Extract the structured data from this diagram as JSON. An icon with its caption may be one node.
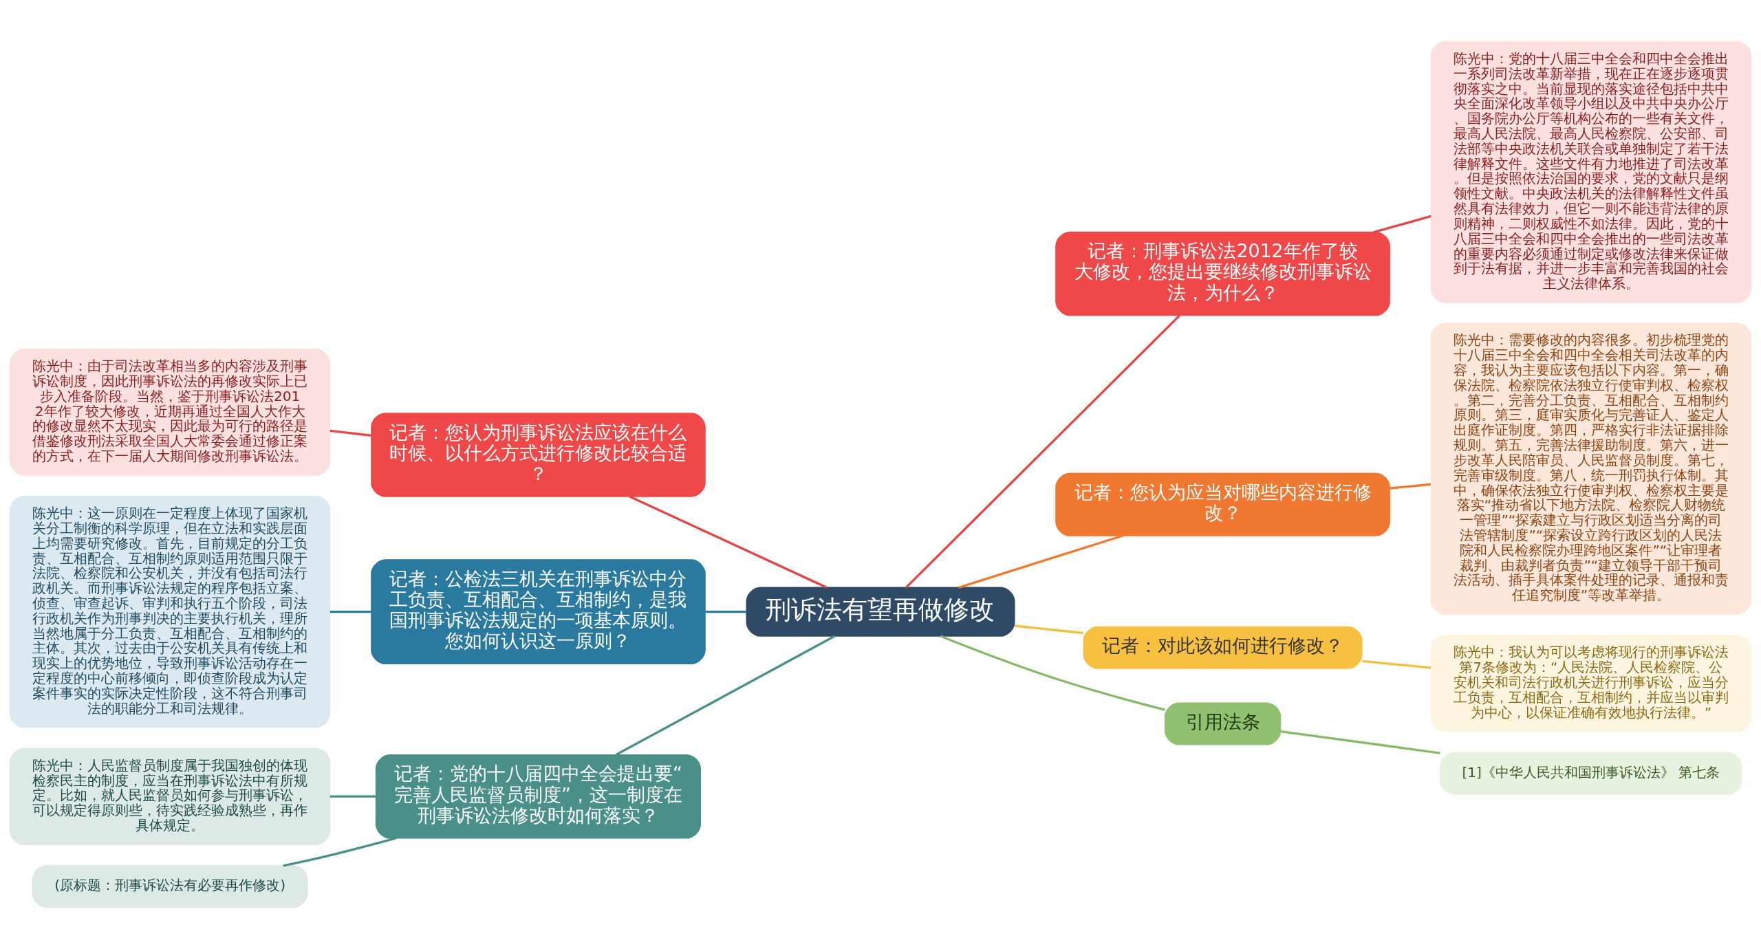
{
  "diagram": {
    "nodes": [
      {
        "text": [
          "刑诉法有望再做修改"
        ]
      },
      {
        "text": [
          "记者：刑事诉讼法2012年作了较大修改，您提出要继续修改刑事诉讼法，为什么？"
        ]
      },
      {
        "text": [
          "陈光中：党的十八届三中全会和四中全会推出一系列司法改革新举措，现在正在逐步逐项贯彻落实之中。当前显现的落实途径包括中共中央全面深化改革领导小组以及中共中央办公厅、国务院办公厅等机构公布的一些有关文件，最高人民法院、最高人民检察院、公安部、司法部等中央政法机关联合或单独制定了若干法律解释文件。这些文件有力地推进了司法改革。但是按照依法治国的要求，党的文献只是纲领性文献。中央政法机关的法律解释性文件虽然具有法律效力，但它一则不能违背法律的原则精神，二则权威性不如法律。因此，党的十八届三中全会和四中全会推出的一些司法改革的重要内容必须通过制定或修改法律来保证做到于法有据，并进一步丰富和完善我国的社会主义法律体系。"
        ]
      },
      {
        "text": [
          "记者：您认为应当对哪些内容进行修改？"
        ]
      },
      {
        "text": [
          "陈光中：需要修改的内容很多。初步梳理党的十八届三中全会和四中全会相关司法改革的内容，我认为主要应该包括以下内容。第一，确保法院、检察院依法独立行使审判权、检察权。第二，完善分工负责、互相配合、互相制约原则。第三，庭审实质化与完善证人、鉴定人出庭作证制度。第四，严格实行非法证据排除规则。第五，完善法律援助制度。第六，进一步改革人民陪审员、人民监督员制度。第七，完善审级制度。第八，统一刑罚执行体制。其中，确保依法独立行使审判权、检察权主要是落实“推动省以下地方法院、检察院人财物统一管理”“探索建立与行政区划适当分离的司法管辖制度”“探索设立跨行政区划的人民法院和人民检察院办理跨地区案件”“让审理者裁判、由裁判者负责”“建立领导干部干预司法活动、插手具体案件处理的记录、通报和责任追究制度”等改革举措。"
        ]
      },
      {
        "text": [
          "记者：对此该如何进行修改？"
        ]
      },
      {
        "text": [
          "陈光中：我认为可以考虑将现行的刑事诉讼法第7条修改为：“人民法院、人民检察院、公安机关和司法行政机关进行刑事诉讼，应当分工负责，互相配合，互相制约，并应当以审判为中心，以保证准确有效地执行法律。”"
        ]
      },
      {
        "text": [
          "引用法条"
        ]
      },
      {
        "text": [
          "[1]《中华人民共和国刑事诉讼法》 第七条"
        ]
      },
      {
        "text": [
          "记者：您认为刑事诉讼法应该在什么时候、以什么方式进行修改比较合适？"
        ]
      },
      {
        "text": [
          "陈光中：由于司法改革相当多的内容涉及刑事诉讼制度，因此刑事诉讼法的再修改实际上已步入准备阶段。当然，鉴于刑事诉讼法2012年作了较大修改，近期再通过全国人大作大的修改显然不太现实，因此最为可行的路径是借鉴修改刑法采取全国人大常委会通过修正案的方式，在下一届人大期间修改刑事诉讼法。"
        ]
      },
      {
        "text": [
          "记者：公检法三机关在刑事诉讼中分工负责、互相配合、互相制约，是我国刑事诉讼法规定的一项基本原则。您如何认识这一原则？"
        ]
      },
      {
        "text": [
          "陈光中：这一原则在一定程度上体现了国家机关分工制衡的科学原理，但在立法和实践层面上均需要研究修改。首先，目前规定的分工负责、互相配合、互相制约原则适用范围只限于法院、检察院和公安机关，并没有包括司法行政机关。而刑事诉讼法规定的程序包括立案、侦查、审查起诉、审判和执行五个阶段，司法行政机关作为刑事判决的主要执行机关，理所当然地属于分工负责、互相配合、互相制约的主体。其次，过去由于公安机关具有传统上和现实上的优势地位，导致刑事诉讼活动存在一定程度的中心前移倾向，即侦查阶段成为认定案件事实的实际决定性阶段，这不符合刑事司法的职能分工和司法规律。"
        ]
      },
      {
        "text": [
          "记者：党的十八届四中全会提出要“完善人民监督员制度”，这一制度在刑事诉讼法修改时如何落实？"
        ]
      },
      {
        "text": [
          "陈光中：人民监督员制度属于我国独创的体现检察民主的制度，应当在刑事诉讼法中有所规定。比如，就人民监督员如何参与刑事诉讼，可以规定得原则些，待实践经验成熟些，再作具体规定。"
        ]
      },
      {
        "text": [
          "(原标题：刑事诉讼法有必要再作修改)"
        ]
      }
    ],
    "edges": [
      {
        "from": 0,
        "to": 1,
        "arrow": "none",
        "color": "#e04848"
      },
      {
        "from": 1,
        "to": 2,
        "arrow": "none",
        "color": "#e04848"
      },
      {
        "from": 0,
        "to": 3,
        "arrow": "none",
        "color": "#ee7a30"
      },
      {
        "from": 3,
        "to": 4,
        "arrow": "none",
        "color": "#ee7a30"
      },
      {
        "from": 0,
        "to": 5,
        "arrow": "none",
        "color": "#f0c040"
      },
      {
        "from": 5,
        "to": 6,
        "arrow": "none",
        "color": "#f0c040"
      },
      {
        "from": 0,
        "to": 7,
        "arrow": "none",
        "color": "#88b868"
      },
      {
        "from": 7,
        "to": 8,
        "arrow": "none",
        "color": "#88b868"
      },
      {
        "from": 0,
        "to": 9,
        "arrow": "none",
        "color": "#e04848"
      },
      {
        "from": 9,
        "to": 10,
        "arrow": "none",
        "color": "#e04848"
      },
      {
        "from": 0,
        "to": 11,
        "arrow": "none",
        "color": "#2a7aa0"
      },
      {
        "from": 11,
        "to": 12,
        "arrow": "none",
        "color": "#2a7aa0"
      },
      {
        "from": 0,
        "to": 13,
        "arrow": "none",
        "color": "#4a9088"
      },
      {
        "from": 13,
        "to": 14,
        "arrow": "none",
        "color": "#4a9088"
      },
      {
        "from": 13,
        "to": 15,
        "arrow": "none",
        "color": "#4a9088"
      }
    ]
  }
}
